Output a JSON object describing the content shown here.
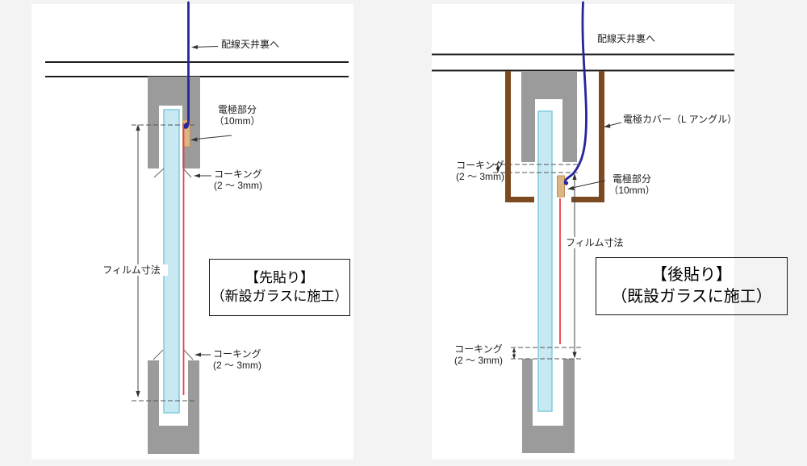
{
  "left_diagram": {
    "wiring_label": "配線天井裏へ",
    "electrode_label_line1": "電極部分",
    "electrode_label_line2": "（10mm）",
    "caulking_top_line1": "コーキング",
    "caulking_top_line2": "(2 ～ 3mm)",
    "film_dimension_label": "フィルム寸法",
    "caulking_bottom_line1": "コーキング",
    "caulking_bottom_line2": "(2 ～ 3mm)",
    "caption_line1": "【先貼り】",
    "caption_line2": "（新設ガラスに施工）"
  },
  "right_diagram": {
    "wiring_label": "配線天井裏へ",
    "cover_label": "電極カバー（L アングル）",
    "caulking_top_line1": "コーキング",
    "caulking_top_line2": "(2 ～ 3mm)",
    "electrode_label_line1": "電極部分",
    "electrode_label_line2": "（10mm）",
    "film_dimension_label": "フィルム寸法",
    "caulking_bottom_line1": "コーキング",
    "caulking_bottom_line2": "(2 ～ 3mm)",
    "caption_line1": "【後貼り】",
    "caption_line2": "（既設ガラスに施工）"
  },
  "colors": {
    "background": "#f3f3f4",
    "panel": "#ffffff",
    "frame_gray": "#9b9b9b",
    "glass_fill": "#c8e8f2",
    "glass_border": "#7fccdf",
    "film_red": "#e8414d",
    "wire_blue": "#26269b",
    "cover_brown": "#7b4a21",
    "electrode_tan": "#dcb585",
    "line_black": "#1c1c1c"
  }
}
